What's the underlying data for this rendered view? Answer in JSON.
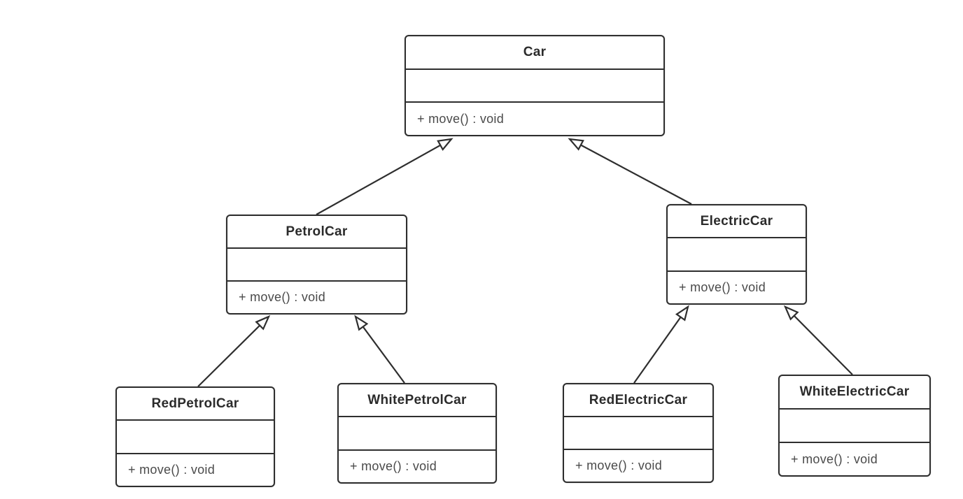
{
  "diagram": {
    "type": "uml-class-diagram",
    "classes": [
      {
        "name": "Car",
        "attributes": [],
        "methods": [
          "+ move() : void"
        ]
      },
      {
        "name": "PetrolCar",
        "attributes": [],
        "methods": [
          "+ move() : void"
        ]
      },
      {
        "name": "ElectricCar",
        "attributes": [],
        "methods": [
          "+ move() : void"
        ]
      },
      {
        "name": "RedPetrolCar",
        "attributes": [],
        "methods": [
          "+ move() : void"
        ]
      },
      {
        "name": "WhitePetrolCar",
        "attributes": [],
        "methods": [
          "+ move() : void"
        ]
      },
      {
        "name": "RedElectricCar",
        "attributes": [],
        "methods": [
          "+ move() : void"
        ]
      },
      {
        "name": "WhiteElectricCar",
        "attributes": [],
        "methods": [
          "+ move() : void"
        ]
      }
    ],
    "relationships": [
      {
        "from": "PetrolCar",
        "to": "Car",
        "type": "generalization"
      },
      {
        "from": "ElectricCar",
        "to": "Car",
        "type": "generalization"
      },
      {
        "from": "RedPetrolCar",
        "to": "PetrolCar",
        "type": "generalization"
      },
      {
        "from": "WhitePetrolCar",
        "to": "PetrolCar",
        "type": "generalization"
      },
      {
        "from": "RedElectricCar",
        "to": "ElectricCar",
        "type": "generalization"
      },
      {
        "from": "WhiteElectricCar",
        "to": "ElectricCar",
        "type": "generalization"
      }
    ],
    "colors": {
      "background": "#ffffff",
      "box_fill": "#ffffff",
      "stroke": "#2e2e2e",
      "title_text": "#2b2b2b",
      "method_text": "#4a4a4a"
    }
  }
}
